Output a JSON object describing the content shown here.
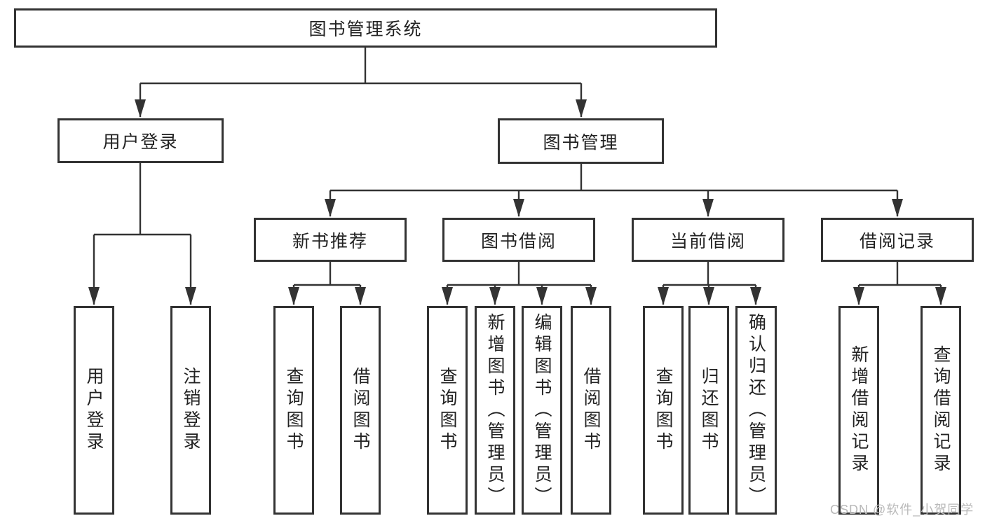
{
  "diagram": {
    "root": {
      "label": "图书管理系统"
    },
    "branches": [
      {
        "label": "用户登录",
        "leaves": [
          "用户登录",
          "注销登录"
        ]
      },
      {
        "label": "图书管理",
        "groups": [
          {
            "label": "新书推荐",
            "leaves": [
              "查询图书",
              "借阅图书"
            ]
          },
          {
            "label": "图书借阅",
            "leaves": [
              "查询图书",
              "新增图书（管理员）",
              "编辑图书（管理员）",
              "借阅图书"
            ]
          },
          {
            "label": "当前借阅",
            "leaves": [
              "查询图书",
              "归还图书",
              "确认归还（管理员）"
            ]
          },
          {
            "label": "借阅记录",
            "leaves": [
              "新增借阅记录",
              "查询借阅记录"
            ]
          }
        ]
      }
    ]
  },
  "watermark": {
    "text": "CSDN @软件_小贺同学"
  },
  "colors": {
    "line": "#333333",
    "box_border": "#333333",
    "text": "#222222",
    "watermark": "#b9b9b9",
    "background": "#ffffff"
  }
}
